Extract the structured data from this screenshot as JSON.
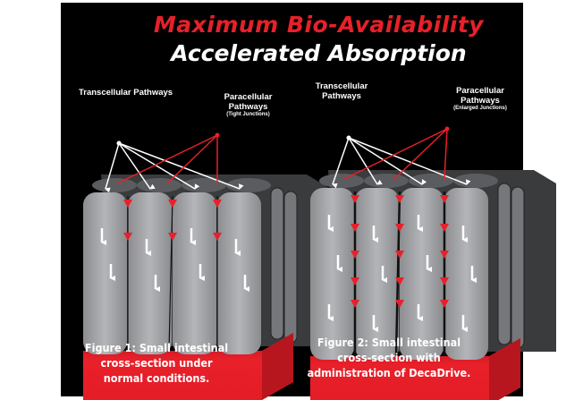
{
  "title": {
    "line1": "Maximum Bio-Availability",
    "line2": "Accelerated Absorption"
  },
  "colors": {
    "accent_red": "#e8202a",
    "cell_gray": "#a9aaad",
    "background": "#000000"
  },
  "figure1": {
    "transcellular_label": "Transcellular Pathways",
    "paracellular_label": "Paracellular Pathways",
    "paracellular_note": "(Tight Junctions)",
    "caption_lines": [
      "Figure 1: Small intestinal",
      "cross-section under",
      "normal conditions."
    ]
  },
  "figure2": {
    "transcellular_label": "Transcellular Pathways",
    "paracellular_label": "Paracellular Pathways",
    "paracellular_note": "(Enlarged Junctions)",
    "caption_lines": [
      "Figure 2: Small intestinal",
      "cross-section with",
      "administration of DecaDrive."
    ]
  }
}
